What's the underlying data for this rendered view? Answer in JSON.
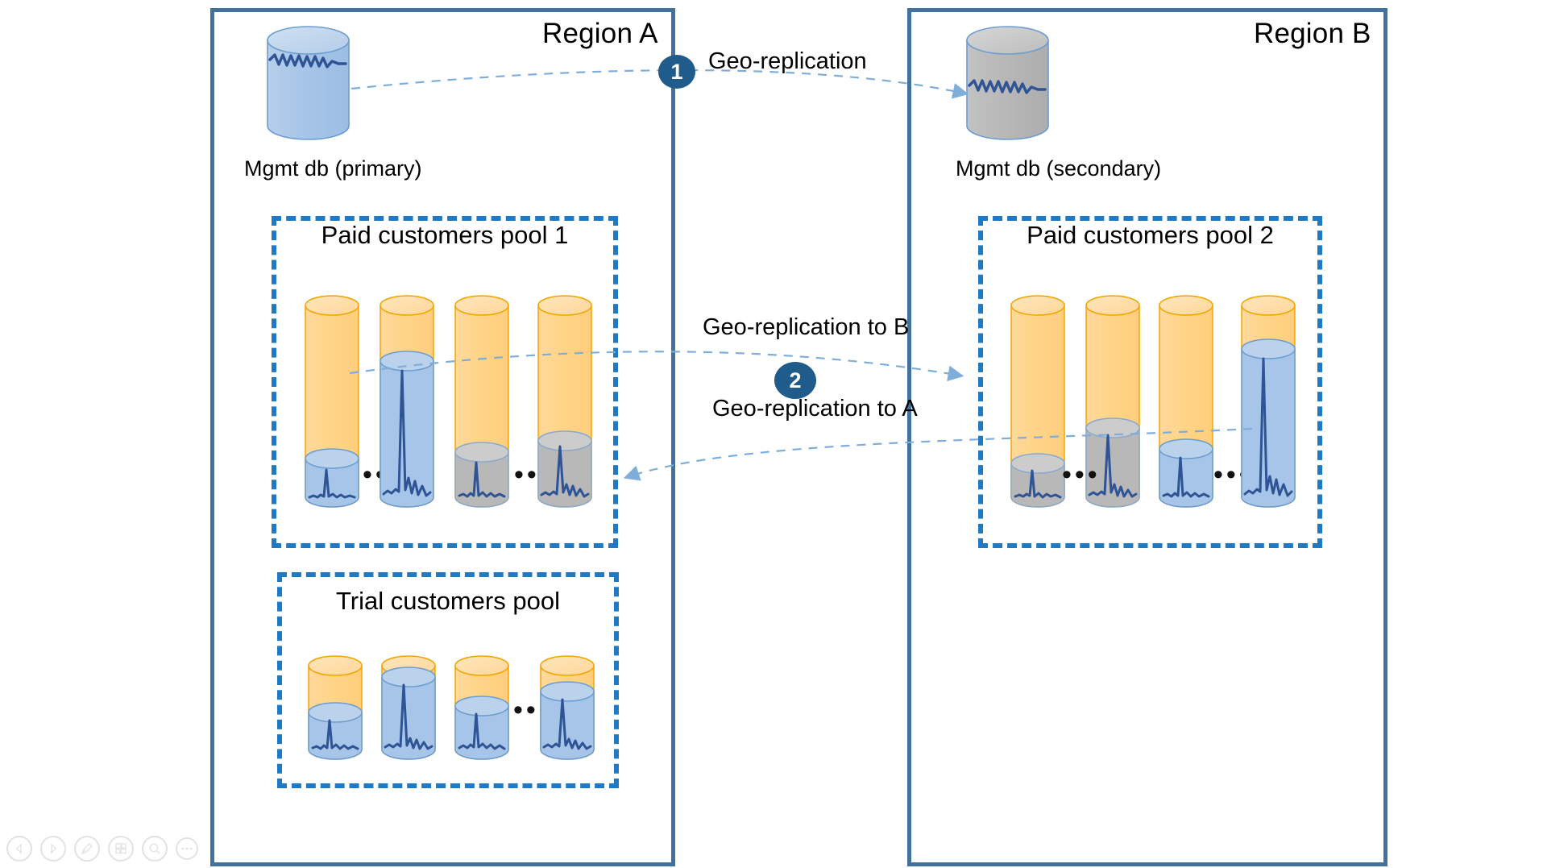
{
  "diagram": {
    "title": "Multi-region SaaS database geo-replication",
    "colors": {
      "region_border": "#41719C",
      "pool_border": "#1F7AC3",
      "cylinder_orange_fill": "#FFD58A",
      "cylinder_orange_stroke": "#F0A500",
      "cylinder_blue_fill": "#A6C5E8",
      "cylinder_blue_stroke": "#6D9DD0",
      "cylinder_gray_fill": "#B8B8B8",
      "cylinder_gray_stroke": "#8AA9CC",
      "waveform": "#2F5496",
      "arrow": "#7FAEDB",
      "badge": "#1F5C8B",
      "text": "#000000",
      "toolbar_icon": "#E3E3E3"
    },
    "regions": [
      {
        "id": "region-a",
        "title": "Region A"
      },
      {
        "id": "region-b",
        "title": "Region B"
      }
    ],
    "databases": [
      {
        "id": "mgmt-db-primary",
        "label": "Mgmt db (primary)",
        "fill": "blue",
        "level": 0.78
      },
      {
        "id": "mgmt-db-secondary",
        "label": "Mgmt db (secondary)",
        "fill": "gray",
        "level": 0.62
      }
    ],
    "pools": [
      {
        "id": "paid-pool-1",
        "title": "Paid customers pool 1",
        "region": "Region A",
        "ellipsis": [
          {
            "after": 1
          },
          {
            "after": 3
          }
        ],
        "cylinders": [
          {
            "index": 1,
            "outer_height": 230,
            "inner_fill": "blue",
            "inner_level": 0.18,
            "waveform": "low"
          },
          {
            "index": 2,
            "outer_height": 230,
            "inner_fill": "blue",
            "inner_level": 0.72,
            "waveform": "high"
          },
          {
            "index": 3,
            "outer_height": 230,
            "inner_fill": "gray",
            "inner_level": 0.22,
            "waveform": "low"
          },
          {
            "index": 4,
            "outer_height": 230,
            "inner_fill": "gray",
            "inner_level": 0.3,
            "waveform": "high"
          }
        ]
      },
      {
        "id": "paid-pool-2",
        "title": "Paid customers pool 2",
        "region": "Region B",
        "ellipsis": [
          {
            "after": 2
          },
          {
            "after": 3
          }
        ],
        "cylinders": [
          {
            "index": 1,
            "outer_height": 230,
            "inner_fill": "gray",
            "inner_level": 0.16,
            "waveform": "low"
          },
          {
            "index": 2,
            "outer_height": 230,
            "inner_fill": "gray",
            "inner_level": 0.35,
            "waveform": "high"
          },
          {
            "index": 3,
            "outer_height": 230,
            "inner_fill": "blue",
            "inner_level": 0.24,
            "waveform": "low"
          },
          {
            "index": 4,
            "outer_height": 230,
            "inner_fill": "blue",
            "inner_level": 0.78,
            "waveform": "high"
          }
        ]
      },
      {
        "id": "trial-pool",
        "title": "Trial customers pool",
        "region": "Region A",
        "ellipsis": [
          {
            "after": 3
          }
        ],
        "cylinders": [
          {
            "index": 1,
            "outer_height": 118,
            "inner_fill": "blue",
            "inner_level": 0.44,
            "waveform": "low"
          },
          {
            "index": 2,
            "outer_height": 118,
            "inner_fill": "blue",
            "inner_level": 0.88,
            "waveform": "high"
          },
          {
            "index": 3,
            "outer_height": 118,
            "inner_fill": "blue",
            "inner_level": 0.52,
            "waveform": "low"
          },
          {
            "index": 4,
            "outer_height": 118,
            "inner_fill": "blue",
            "inner_level": 0.72,
            "waveform": "high"
          }
        ]
      }
    ],
    "flows": [
      {
        "id": "flow-1",
        "step": "1",
        "label": "Geo-replication",
        "from": "Mgmt db (primary)",
        "to": "Mgmt db (secondary)"
      },
      {
        "id": "flow-2a",
        "step": "2",
        "label": "Geo-replication to B",
        "from": "Paid customers pool 1",
        "to": "Paid customers pool 2"
      },
      {
        "id": "flow-2b",
        "step": "2",
        "label": "Geo-replication to A",
        "from": "Paid customers pool 2",
        "to": "Paid customers pool 1"
      }
    ],
    "ellipsis_glyph": "•••"
  },
  "toolbar": {
    "items": [
      {
        "id": "previous",
        "icon": "previous-arrow-icon",
        "label": "Previous"
      },
      {
        "id": "next",
        "icon": "next-arrow-icon",
        "label": "Next"
      },
      {
        "id": "pen",
        "icon": "pen-icon",
        "label": "Pen"
      },
      {
        "id": "layout",
        "icon": "layout-grid-icon",
        "label": "Layout"
      },
      {
        "id": "zoom",
        "icon": "magnifier-icon",
        "label": "Zoom"
      },
      {
        "id": "more",
        "icon": "more-dots-icon",
        "label": "More"
      }
    ]
  }
}
